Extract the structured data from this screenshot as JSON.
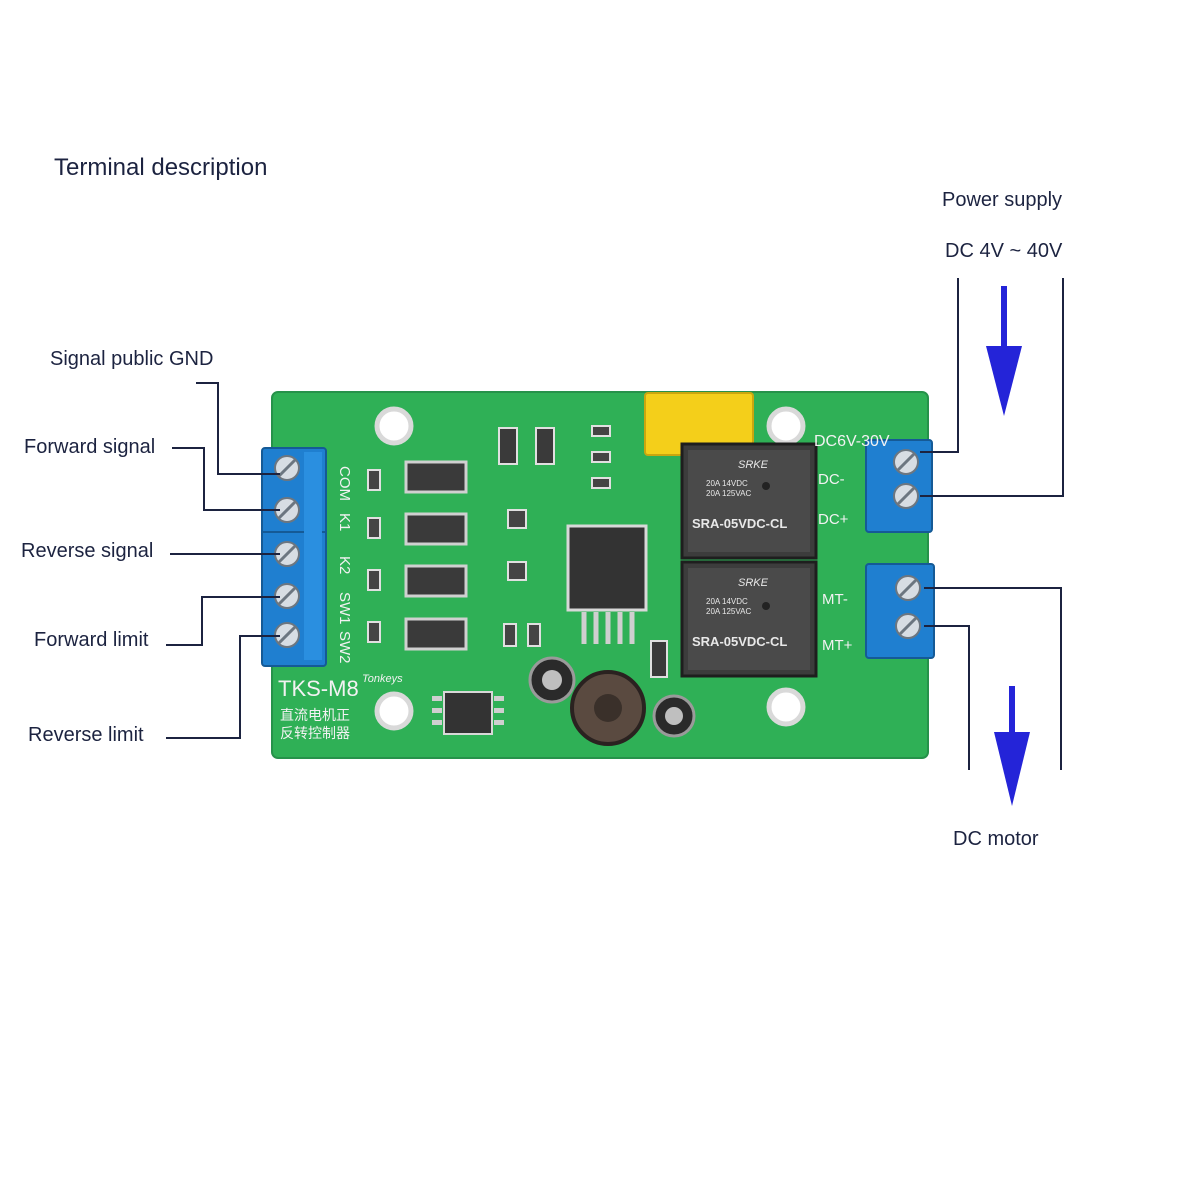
{
  "title": "Terminal description",
  "power": {
    "label": "Power supply",
    "range": "DC 4V ~ 40V"
  },
  "motor": {
    "label": "DC motor"
  },
  "left_terminals": [
    {
      "label": "Signal public GND",
      "silk": "COM"
    },
    {
      "label": "Forward signal",
      "silk": "K1"
    },
    {
      "label": "Reverse signal",
      "silk": "K2"
    },
    {
      "label": "Forward limit",
      "silk": "SW1"
    },
    {
      "label": "Reverse limit",
      "silk": "SW2"
    }
  ],
  "board": {
    "model": "TKS-M8",
    "brand": "Tonkeys",
    "cn_line1": "直流电机正",
    "cn_line2": "反转控制器",
    "power_silk": "DC6V-30V",
    "dc_minus": "DC-",
    "dc_plus": "DC+",
    "mt_minus": "MT-",
    "mt_plus": "MT+",
    "relay_brand": "SRKE",
    "relay_model": "SRA-05VDC-CL",
    "relay_rating1": "20A 14VDC",
    "relay_rating2": "20A 125VAC",
    "colors": {
      "pcb": "#2fb056",
      "terminal": "#1f7fd0",
      "arrow": "#2424d8",
      "wire": "#1c2340",
      "capacitor": "#f4cf1a"
    }
  }
}
